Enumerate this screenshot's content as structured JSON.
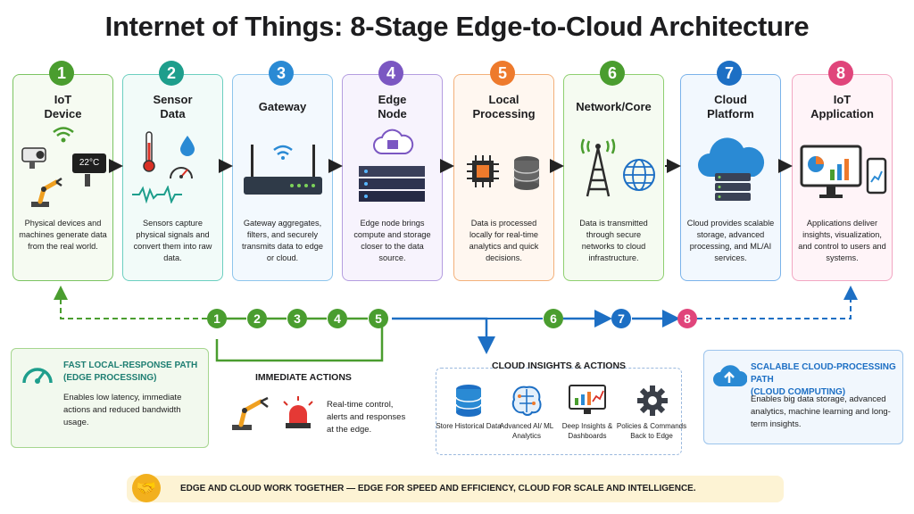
{
  "title": "Internet of Things: 8-Stage Edge-to-Cloud Architecture",
  "colors": {
    "green": "#4a9d2f",
    "teal": "#1e9e8c",
    "blue": "#2a8ad4",
    "purple": "#7b57c2",
    "orange": "#ee7a2c",
    "green2": "#4a9d2f",
    "blue2": "#1d6fc4",
    "pink": "#e0457b"
  },
  "stages": [
    {
      "num": "1",
      "title": [
        "IoT",
        "Device"
      ],
      "desc": "Physical devices and machines generate data from the real world.",
      "icons": [
        "camera-icon",
        "wifi-icon",
        "thermostat-icon",
        "robot-arm-icon"
      ],
      "thermo_text": "22°C"
    },
    {
      "num": "2",
      "title": [
        "Sensor",
        "Data"
      ],
      "desc": "Sensors capture physical signals and convert them into raw data.",
      "icons": [
        "thermometer-icon",
        "water-drop-icon",
        "gauge-icon",
        "waveform-icon"
      ]
    },
    {
      "num": "3",
      "title": [
        "Gateway"
      ],
      "desc": "Gateway aggregates, filters, and securely transmits data to edge or cloud.",
      "icons": [
        "router-icon"
      ]
    },
    {
      "num": "4",
      "title": [
        "Edge",
        "Node"
      ],
      "desc": "Edge node brings compute and storage closer to the data source.",
      "icons": [
        "cloud-chip-icon",
        "server-icon"
      ]
    },
    {
      "num": "5",
      "title": [
        "Local",
        "Processing"
      ],
      "desc": "Data is processed locally for real-time analytics and quick decisions.",
      "icons": [
        "cpu-icon",
        "database-icon"
      ]
    },
    {
      "num": "6",
      "title": [
        "Network/Core"
      ],
      "desc": "Data is transmitted through secure networks to cloud infrastructure.",
      "icons": [
        "tower-icon",
        "globe-icon"
      ]
    },
    {
      "num": "7",
      "title": [
        "Cloud",
        "Platform"
      ],
      "desc": "Cloud provides scalable storage, advanced processing, and ML/AI services.",
      "icons": [
        "cloud-server-icon"
      ]
    },
    {
      "num": "8",
      "title": [
        "IoT",
        "Application"
      ],
      "desc": "Applications deliver insights, visualization, and control to users and systems.",
      "icons": [
        "dashboard-icon",
        "phone-icon"
      ]
    }
  ],
  "edge_path": [
    "1",
    "2",
    "3",
    "4",
    "5"
  ],
  "cloud_path": [
    "6",
    "7",
    "8"
  ],
  "fast_path": {
    "heading_line1": "FAST LOCAL-RESPONSE PATH",
    "heading_line2": "(EDGE PROCESSING)",
    "text": "Enables low latency, immediate actions and reduced bandwidth usage."
  },
  "immediate_actions": {
    "heading": "IMMEDIATE ACTIONS",
    "text": "Real-time control, alerts and responses at the edge."
  },
  "cloud_insights": {
    "heading": "CLOUD INSIGHTS & ACTIONS",
    "items": [
      {
        "label": "Store Historical Data"
      },
      {
        "label": "Advanced AI/ ML Analytics"
      },
      {
        "label": "Deep Insights & Dashboards"
      },
      {
        "label": "Policies & Commands Back to Edge"
      }
    ]
  },
  "scalable_path": {
    "heading_line1": "SCALABLE CLOUD-PROCESSING PATH",
    "heading_line2": "(CLOUD COMPUTING)",
    "text": "Enables big data storage, advanced analytics, machine learning and long-term insights."
  },
  "banner": "EDGE AND CLOUD WORK TOGETHER — EDGE FOR SPEED AND EFFICIENCY, CLOUD FOR SCALE AND INTELLIGENCE."
}
